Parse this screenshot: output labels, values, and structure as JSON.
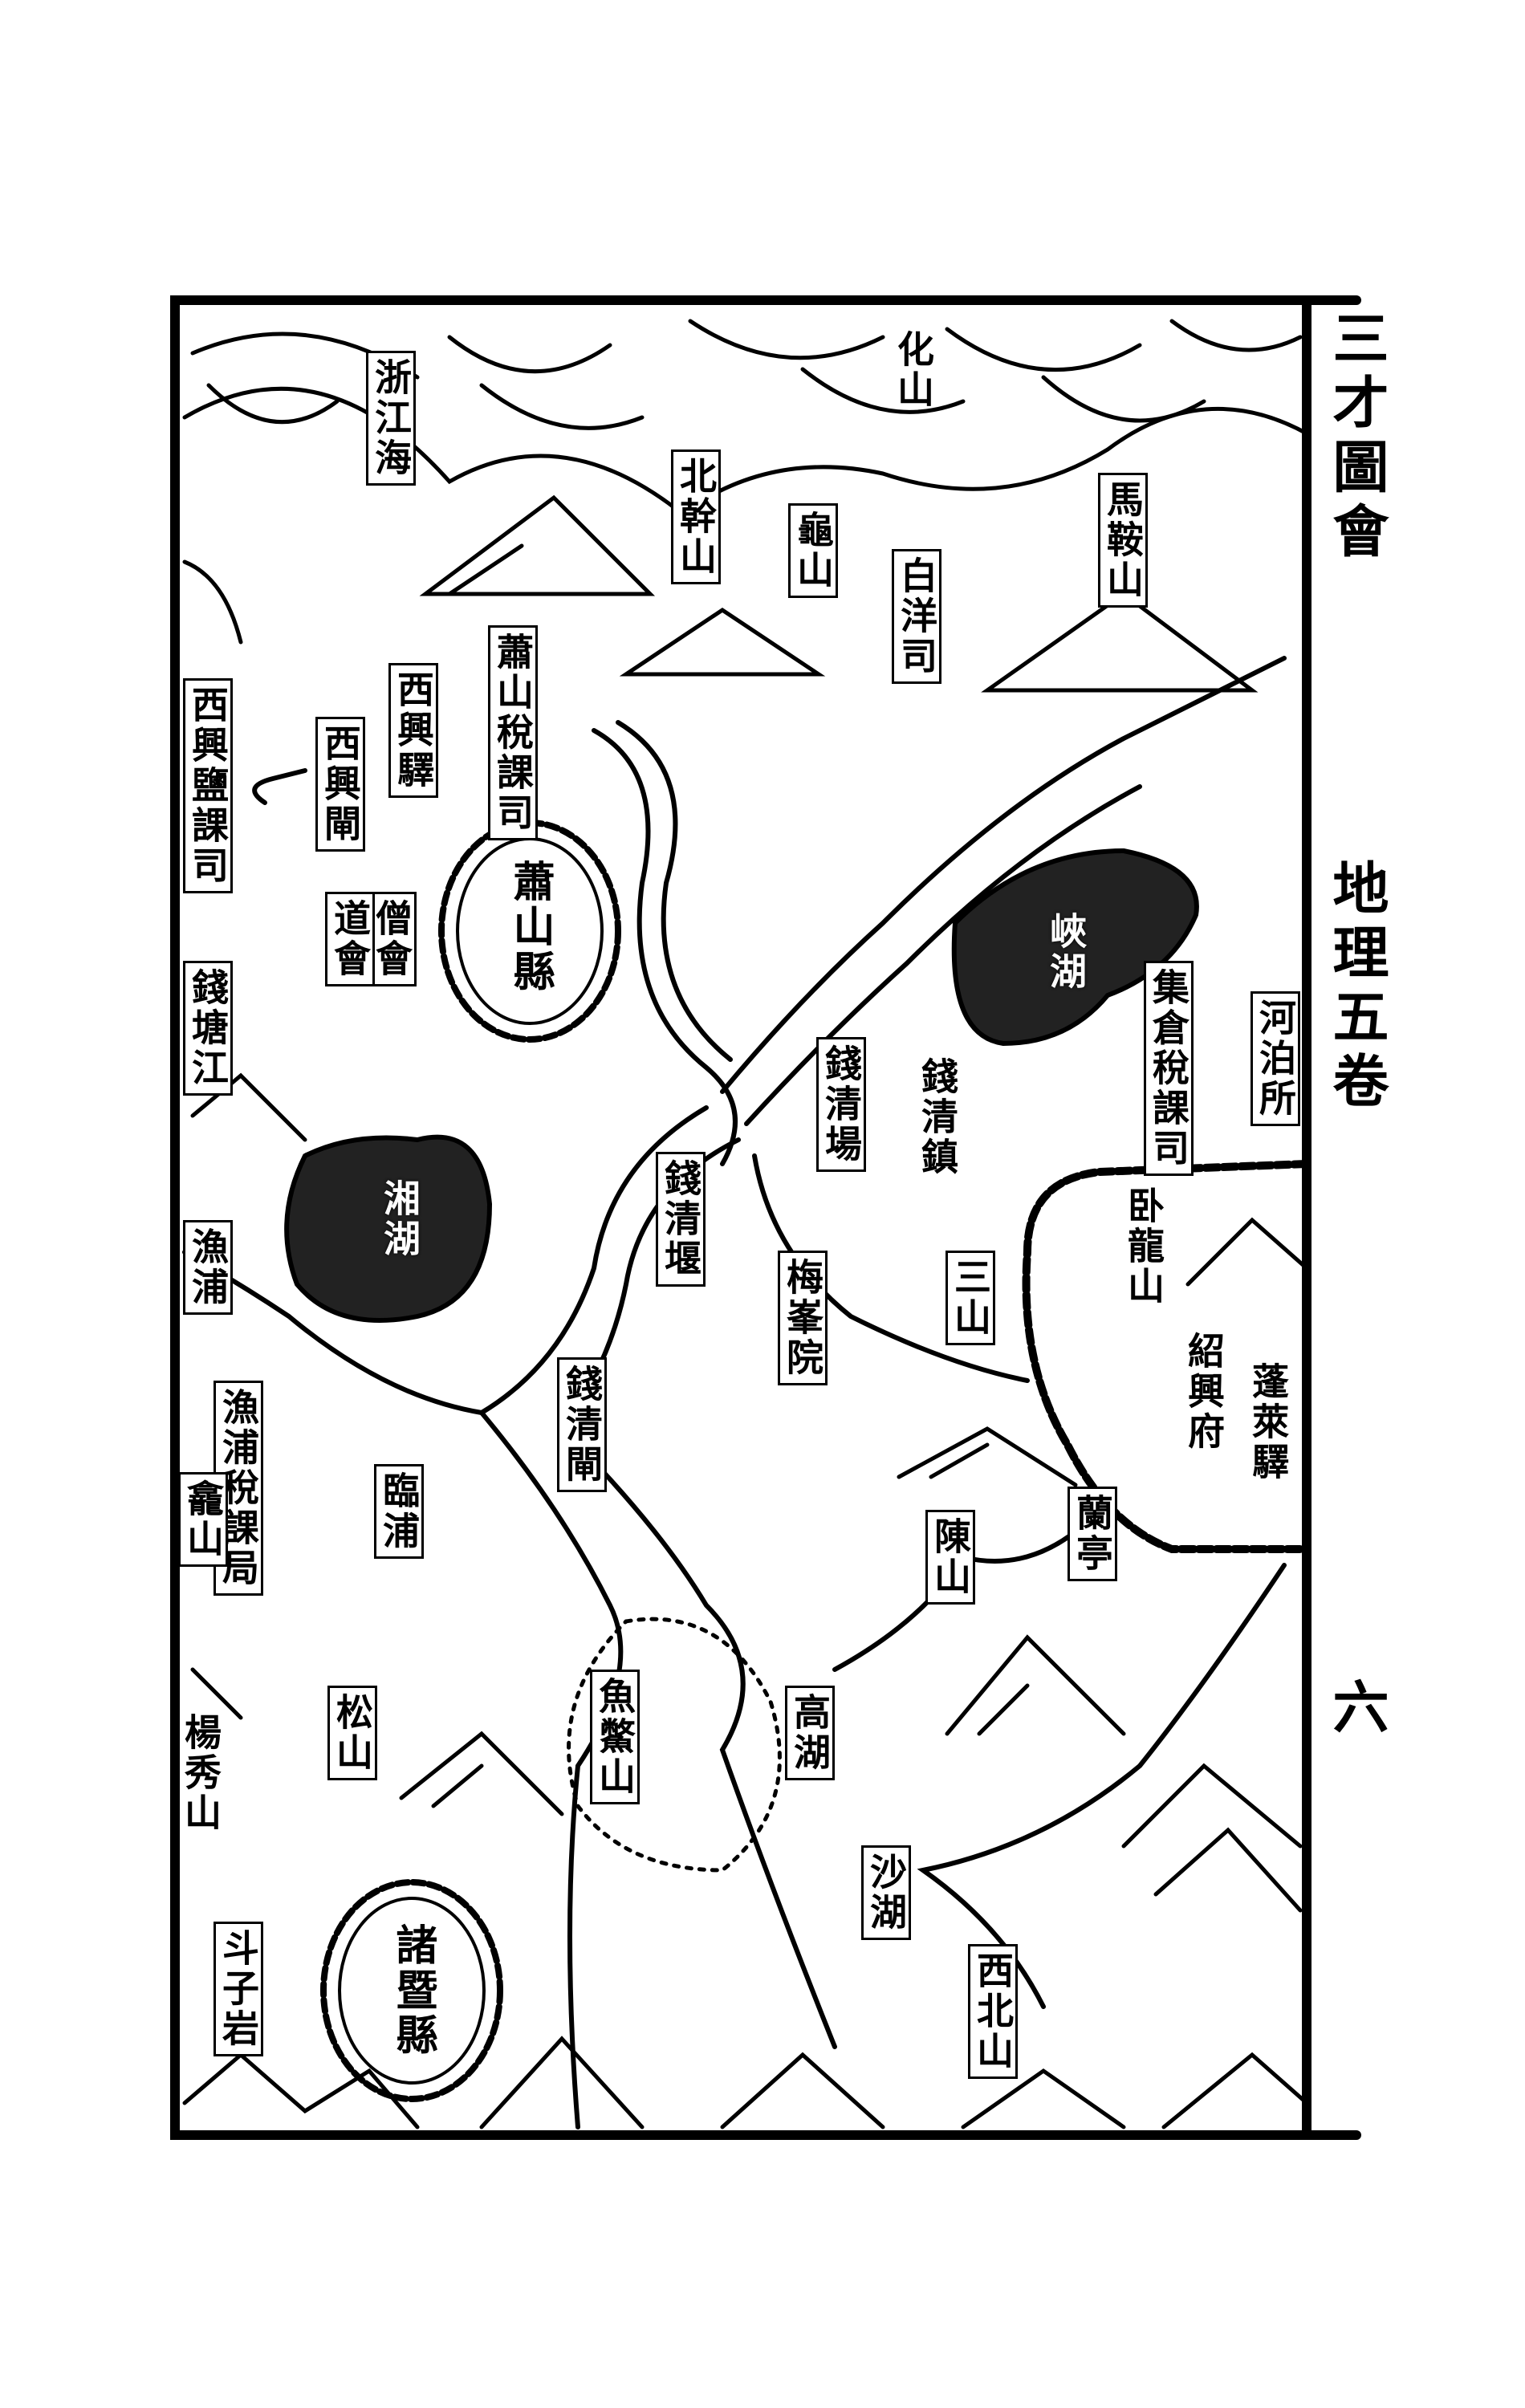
{
  "margin": {
    "book_title": "三才圖會",
    "section": "地理五卷",
    "page": "六"
  },
  "labels": [
    "浙江海",
    "化山",
    "北幹山",
    "龜山",
    "白洋司",
    "馬鞍山",
    "蕭山稅課司",
    "西興驛",
    "西興閘",
    "西興鹽課司",
    "蕭山縣",
    "僧會",
    "道會",
    "錢塘江",
    "湘湖",
    "漁浦",
    "漁浦稅課局",
    "龕山",
    "臨浦",
    "松山",
    "楊秀山",
    "斗子岩",
    "諸暨縣",
    "錢清堰",
    "錢清場",
    "錢清鎮",
    "梅峯院",
    "錢清閘",
    "三山",
    "峽湖",
    "集倉稅課司",
    "河泊所",
    "卧龍山",
    "紹興府",
    "蓬萊驛",
    "蘭亭",
    "陳山",
    "高湖",
    "魚鱉山",
    "沙湖",
    "西北山"
  ]
}
